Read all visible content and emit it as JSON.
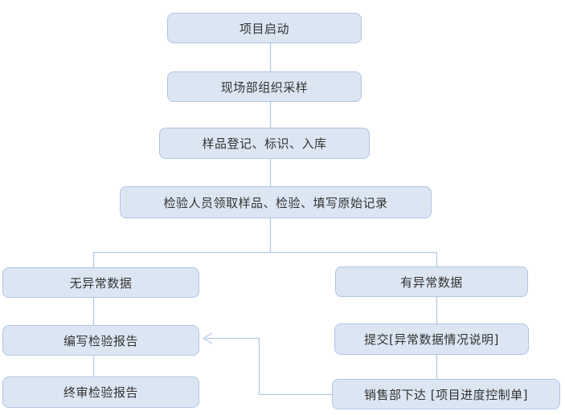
{
  "diagram": {
    "type": "flowchart",
    "background": "#ffffff",
    "colors": {
      "node_fill": "#dce6f3",
      "node_border": "#afc6e3",
      "connector": "#b3c9e3",
      "text": "#333333"
    },
    "nodes": {
      "start": "项目启动",
      "field_sampling": "现场部组织采样",
      "sample_registration": "样品登记、标识、入库",
      "inspection": "检验人员领取样品、检验、填写原始记录",
      "no_abnormal": "无异常数据",
      "abnormal": "有异常数据",
      "write_report": "编写检验报告",
      "submit_note": "提交[异常数据情况说明]",
      "final_review": "终审检验报告",
      "sales_issue": "销售部下达 [项目进度控制单]"
    },
    "edges": [
      {
        "from": "start",
        "to": "field_sampling",
        "arrow": false
      },
      {
        "from": "field_sampling",
        "to": "sample_registration",
        "arrow": false
      },
      {
        "from": "sample_registration",
        "to": "inspection",
        "arrow": false
      },
      {
        "from": "inspection",
        "to": "no_abnormal",
        "arrow": false
      },
      {
        "from": "inspection",
        "to": "abnormal",
        "arrow": false
      },
      {
        "from": "no_abnormal",
        "to": "write_report",
        "arrow": false
      },
      {
        "from": "write_report",
        "to": "final_review",
        "arrow": false
      },
      {
        "from": "abnormal",
        "to": "submit_note",
        "arrow": false
      },
      {
        "from": "submit_note",
        "to": "sales_issue",
        "arrow": false
      },
      {
        "from": "sales_issue",
        "to": "write_report",
        "arrow": true
      }
    ]
  }
}
